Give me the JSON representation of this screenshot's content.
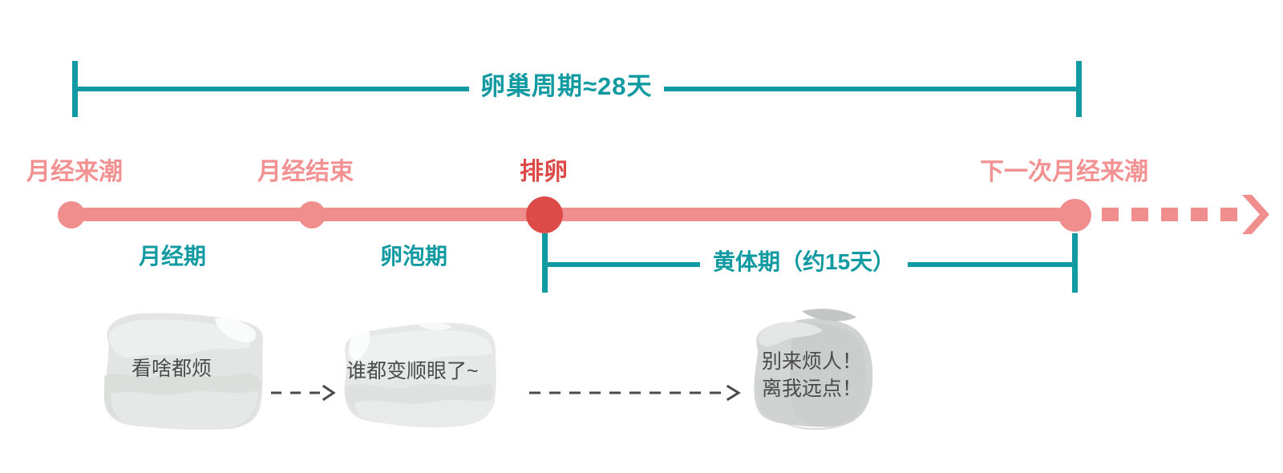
{
  "diagram": {
    "cycle_bracket": {
      "label": "卵巢周期≈28天",
      "color": "#129AA2"
    },
    "events": [
      {
        "id": "menstruation-onset",
        "label": "月经来潮",
        "color": "#F29191"
      },
      {
        "id": "menstruation-end",
        "label": "月经结束",
        "color": "#F29191"
      },
      {
        "id": "ovulation",
        "label": "排卵",
        "color": "#DD4B48"
      },
      {
        "id": "next-menstruation",
        "label": "下一次月经来潮",
        "color": "#F29191"
      }
    ],
    "phases": [
      {
        "id": "menstrual-phase",
        "label": "月经期",
        "color": "#129AA2"
      },
      {
        "id": "follicular-phase",
        "label": "卵泡期",
        "color": "#129AA2"
      },
      {
        "id": "luteal-phase",
        "label": "黄体期（约15天）",
        "color": "#129AA2"
      }
    ],
    "timeline": {
      "bar_color": "#F08D8D",
      "ovulation_dot_color": "#DD4B48"
    },
    "moods": [
      {
        "id": "mood-menstrual",
        "text": "看啥都烦"
      },
      {
        "id": "mood-follicular",
        "text": "谁都变顺眼了~"
      },
      {
        "id": "mood-luteal",
        "text": "别来烦人！\n离我远点！"
      }
    ]
  }
}
